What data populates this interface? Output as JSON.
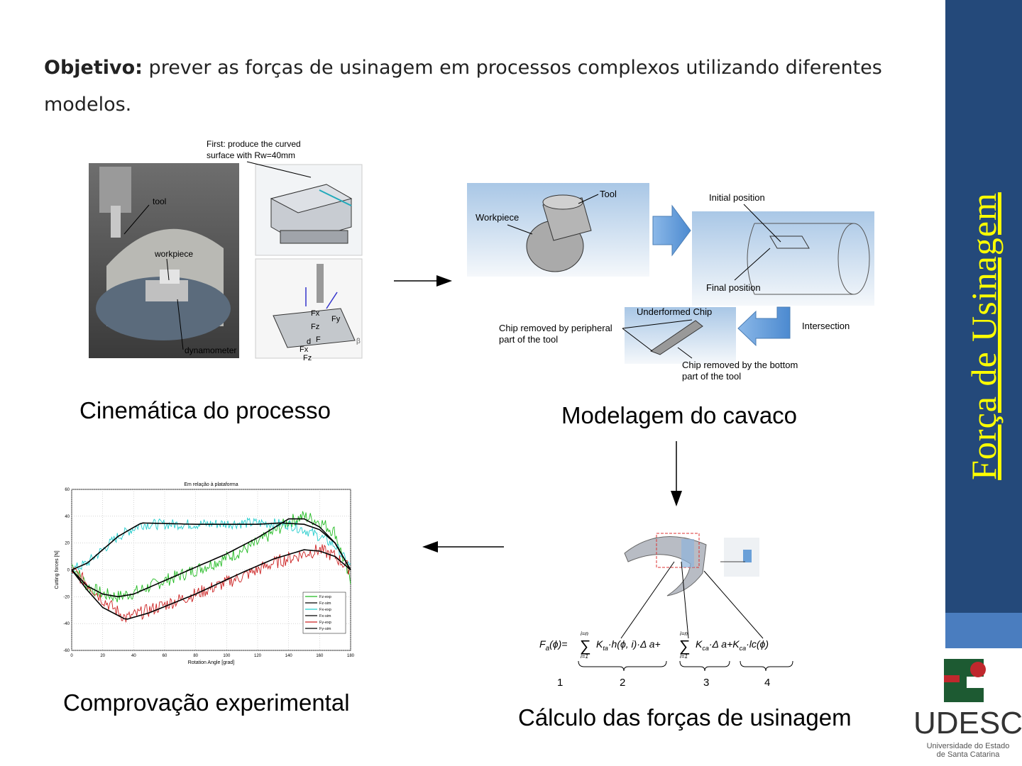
{
  "sidebar": {
    "title": "Força de Usinagem",
    "accent": "#24497a",
    "title_color": "#ffff00"
  },
  "objective": {
    "label": "Objetivo:",
    "text": " prever as forças de usinagem em processos complexos utilizando diferentes modelos."
  },
  "captions": {
    "kinematics": "Cinemática do processo",
    "chip": "Modelagem do cavaco",
    "forces": "Cálculo das forças de usinagem",
    "experimental": "Comprovação experimental"
  },
  "machine_figure": {
    "note_line1": "First: produce the curved",
    "note_line2": "surface with Rw=40mm",
    "labels": {
      "tool": "tool",
      "workpiece": "workpiece",
      "dynamometer": "dynamometer"
    },
    "force_labels": {
      "fx": "Fx",
      "fy": "Fy",
      "fz": "Fz",
      "fz2": "Fz",
      "fx2": "Fx",
      "d": "d",
      "f": "F",
      "beta": "β"
    }
  },
  "chip_figure": {
    "tool": "Tool",
    "workpiece": "Workpiece",
    "initial_position": "Initial position",
    "final_position": "Final position",
    "underformed_chip": "Underformed Chip",
    "intersection": "Intersection",
    "peripheral_line1": "Chip removed by peripheral",
    "peripheral_line2": "part of the tool",
    "bottom_line1": "Chip removed by the bottom",
    "bottom_line2": "part of the tool"
  },
  "formula": {
    "numbers": [
      "1",
      "2",
      "3",
      "4"
    ]
  },
  "logo": {
    "name": "UDESC",
    "sub1": "Universidade do Estado",
    "sub2": "de Santa Catarina",
    "green": "#1d5a32",
    "red": "#c0282d"
  },
  "chart_data": {
    "type": "line",
    "title": "Em relação à plataforma",
    "xlabel": "Rotation Angle [grad]",
    "ylabel": "Cutting forces [N]",
    "xlim": [
      0,
      180
    ],
    "ylim": [
      -60,
      60
    ],
    "xticks": [
      "0",
      "20",
      "40",
      "60",
      "80",
      "100",
      "120",
      "140",
      "160",
      "180"
    ],
    "yticks": [
      "60",
      "40",
      "20",
      "0",
      "-20",
      "-40",
      "-60"
    ],
    "grid": true,
    "legend_position": "lower-right",
    "series": [
      {
        "name": "Fz-exp",
        "color": "#22bb22",
        "noise": 5,
        "x": [
          0,
          10,
          20,
          30,
          40,
          60,
          80,
          100,
          120,
          140,
          150,
          160,
          170,
          180
        ],
        "y": [
          4,
          -12,
          -18,
          -20,
          -17,
          -8,
          0,
          9,
          20,
          36,
          40,
          36,
          28,
          -10
        ]
      },
      {
        "name": "Fz-sim",
        "color": "#000000",
        "noise": 0,
        "x": [
          0,
          10,
          20,
          30,
          40,
          60,
          80,
          100,
          120,
          140,
          150,
          160,
          170,
          180
        ],
        "y": [
          0,
          -12,
          -18,
          -20,
          -18,
          -8,
          2,
          12,
          24,
          38,
          38,
          32,
          20,
          0
        ]
      },
      {
        "name": "Fx-exp",
        "color": "#22cccc",
        "noise": 4,
        "x": [
          0,
          10,
          20,
          30,
          45,
          80,
          120,
          140,
          150,
          160,
          170,
          180
        ],
        "y": [
          0,
          5,
          15,
          25,
          34,
          34,
          35,
          34,
          30,
          25,
          18,
          2
        ]
      },
      {
        "name": "Fx-sim",
        "color": "#000000",
        "noise": 0,
        "x": [
          0,
          10,
          20,
          30,
          45,
          80,
          120,
          135,
          150,
          160,
          170,
          180
        ],
        "y": [
          0,
          5,
          15,
          25,
          35,
          34,
          34,
          35,
          34,
          30,
          20,
          0
        ]
      },
      {
        "name": "Fy-exp",
        "color": "#cc2222",
        "noise": 5,
        "x": [
          0,
          10,
          20,
          35,
          50,
          80,
          110,
          130,
          150,
          160,
          170,
          180
        ],
        "y": [
          0,
          -10,
          -22,
          -36,
          -30,
          -18,
          -5,
          5,
          12,
          15,
          10,
          0
        ]
      },
      {
        "name": "Fy-sim",
        "color": "#000000",
        "noise": 0,
        "x": [
          0,
          10,
          20,
          35,
          50,
          80,
          110,
          130,
          150,
          160,
          170,
          180
        ],
        "y": [
          0,
          -15,
          -28,
          -37,
          -32,
          -18,
          -2,
          8,
          15,
          14,
          10,
          0
        ]
      }
    ]
  }
}
